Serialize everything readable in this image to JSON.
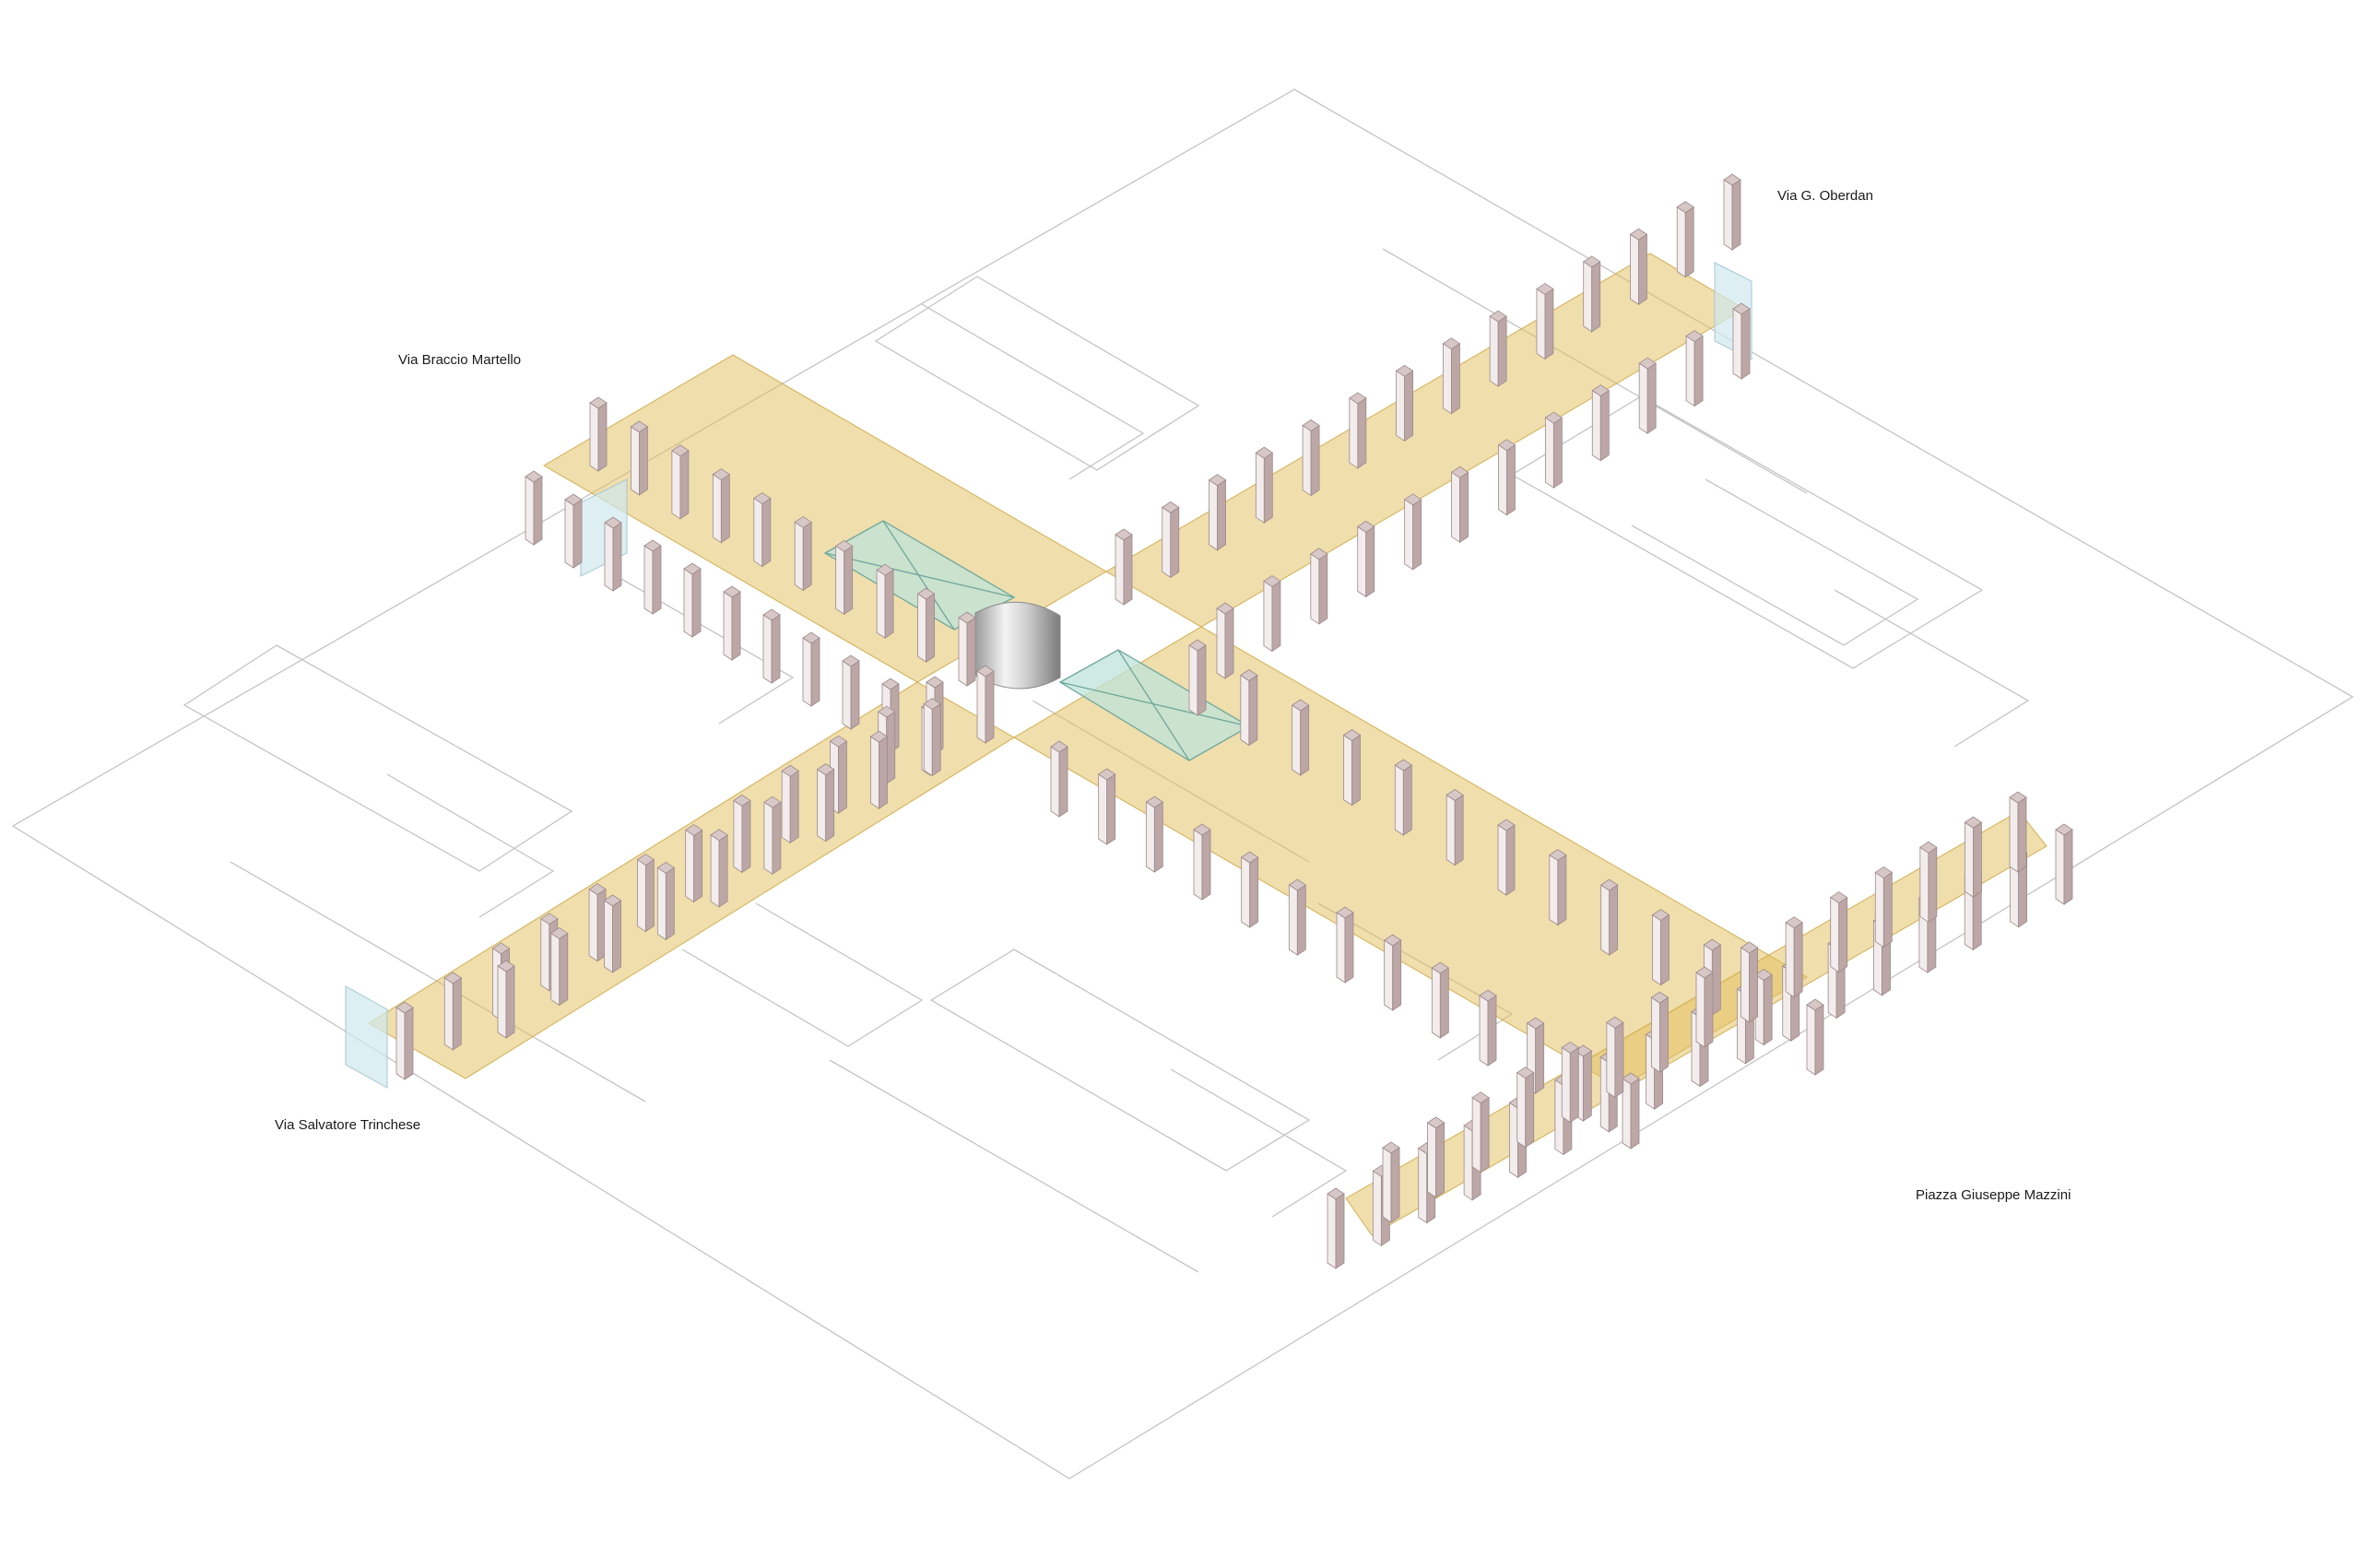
{
  "street_labels": {
    "via_braccio_martello": "Via Braccio Martello",
    "via_oberdan": "Via G. Oberdan",
    "via_salvatore_trinchese": "Via Salvatore Trinchese",
    "piazza_mazzini": "Piazza Giuseppe Mazzini"
  },
  "colors": {
    "canopy_fill": "#e2be5a",
    "canopy_edge": "#c9a23a",
    "glass_fill": "#bfe3da",
    "glass_edge": "#6fa79c",
    "column_front": "#f3ecec",
    "column_side": "#bca6a6",
    "column_top": "#d7c7c7",
    "plan_lines": "#c4c4c4"
  }
}
